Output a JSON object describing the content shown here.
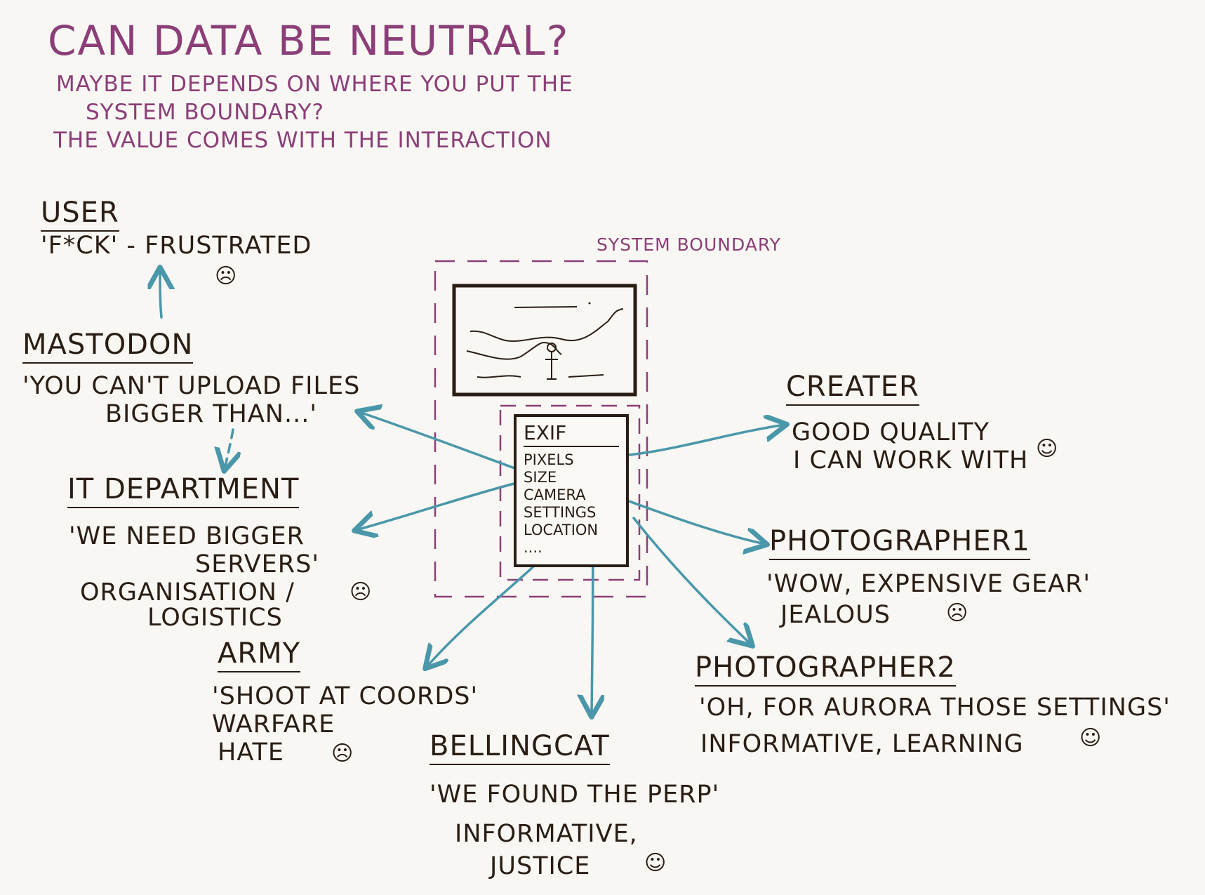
{
  "title": "CAN DATA BE NEUTRAL?",
  "subtitle": {
    "line1": "MAYBE IT DEPENDS ON WHERE YOU PUT THE",
    "line2": "SYSTEM BOUNDARY?",
    "line3": "THE VALUE COMES WITH THE INTERACTION"
  },
  "system_boundary_label": "SYSTEM BOUNDARY",
  "exif": {
    "title": "EXIF",
    "fields": [
      "PIXELS",
      "SIZE",
      "CAMERA",
      "SETTINGS",
      "LOCATION",
      "...."
    ]
  },
  "actors": {
    "user": {
      "label": "USER",
      "quote": "'F*CK' - FRUSTRATED",
      "face": "☹"
    },
    "mastodon": {
      "label": "MASTODON",
      "quote_line1": "'YOU CAN'T UPLOAD FILES",
      "quote_line2": "BIGGER THAN...'"
    },
    "it_department": {
      "label": "IT DEPARTMENT",
      "quote_line1": "'WE NEED BIGGER",
      "quote_line2": "SERVERS'",
      "quote_line3": "ORGANISATION /",
      "quote_line4": "LOGISTICS",
      "face": "☹"
    },
    "army": {
      "label": "ARMY",
      "quote_line1": "'SHOOT AT COORDS'",
      "quote_line2": "WARFARE",
      "quote_line3": "HATE",
      "face": "☹"
    },
    "bellingcat": {
      "label": "BELLINGCAT",
      "quote_line1": "'WE FOUND THE PERP'",
      "quote_line2": "INFORMATIVE,",
      "quote_line3": "JUSTICE",
      "face": "☺"
    },
    "creater": {
      "label": "CREATER",
      "quote_line1": "GOOD QUALITY",
      "quote_line2": "I CAN WORK WITH",
      "face": "☺"
    },
    "photographer1": {
      "label": "PHOTOGRAPHER1",
      "quote_line1": "'WOW, EXPENSIVE GEAR'",
      "quote_line2": "JEALOUS",
      "face": "☹"
    },
    "photographer2": {
      "label": "PHOTOGRAPHER2",
      "quote_line1": "'OH, FOR AURORA THOSE SETTINGS'",
      "quote_line2": "INFORMATIVE, LEARNING",
      "face": "☺"
    }
  },
  "colors": {
    "ink": "#2a1d14",
    "title_purple": "#8b3e78",
    "arrow_teal": "#4a97aa",
    "paper": "#f8f7f3"
  }
}
